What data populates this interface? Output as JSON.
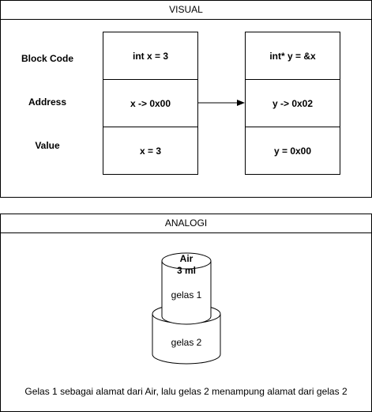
{
  "visual": {
    "title": "VISUAL",
    "row_labels": [
      "Block Code",
      "Address",
      "Value"
    ],
    "left_column": [
      "int x = 3",
      "x -> 0x00",
      "x = 3"
    ],
    "right_column": [
      "int* y = &x",
      "y -> 0x02",
      "y = 0x00"
    ]
  },
  "analogi": {
    "title": "ANALOGI",
    "top_cylinder": {
      "line1": "Air",
      "line2": "3 ml",
      "name": "gelas 1"
    },
    "bottom_cylinder": {
      "name": "gelas 2"
    },
    "caption": "Gelas 1 sebagai alamat dari Air, lalu gelas 2 menampung alamat dari gelas 2"
  }
}
